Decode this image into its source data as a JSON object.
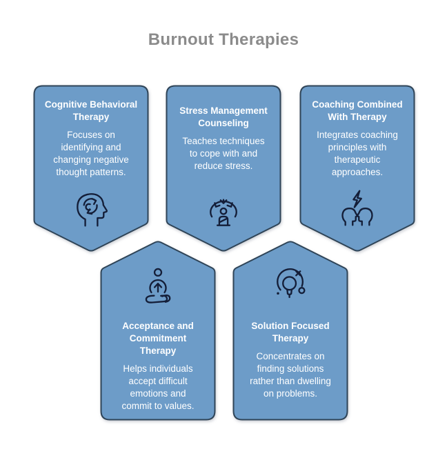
{
  "title": "Burnout Therapies",
  "colors": {
    "page_bg": "#ffffff",
    "title_gray": "#8b8b8b",
    "card_fill": "#6d9cc8",
    "card_border": "#2f4457",
    "card_text": "#ffffff",
    "icon_stroke": "#141e38"
  },
  "cards": [
    {
      "id": "cognitive-behavioral-therapy",
      "title_lines": [
        "Cognitive Behavioral",
        "Therapy"
      ],
      "description_lines": [
        "Focuses on",
        "identifying and",
        "changing negative",
        "thought patterns."
      ],
      "icon": "head-with-cycle-arrows-icon"
    },
    {
      "id": "stress-management-counseling",
      "title_lines": [
        "Stress Management",
        "Counseling"
      ],
      "description_lines": [
        "Teaches techniques",
        "to cope with and",
        "reduce stress."
      ],
      "icon": "stressed-person-icon"
    },
    {
      "id": "coaching-combined-with-therapy",
      "title_lines": [
        "Coaching Combined",
        "With Therapy"
      ],
      "description_lines": [
        "Integrates coaching",
        "principles with",
        "therapeutic",
        "approaches."
      ],
      "icon": "two-heads-lightning-icon"
    },
    {
      "id": "acceptance-and-commitment-therapy",
      "title_lines": [
        "Acceptance and",
        "Commitment",
        "Therapy"
      ],
      "description_lines": [
        "Helps individuals",
        "accept difficult",
        "emotions and",
        "commit to values."
      ],
      "icon": "meditation-icon"
    },
    {
      "id": "solution-focused-therapy",
      "title_lines": [
        "Solution Focused",
        "Therapy"
      ],
      "description_lines": [
        "Concentrates on",
        "finding solutions",
        "rather than dwelling",
        "on problems."
      ],
      "icon": "lightbulb-discovery-icon"
    }
  ]
}
